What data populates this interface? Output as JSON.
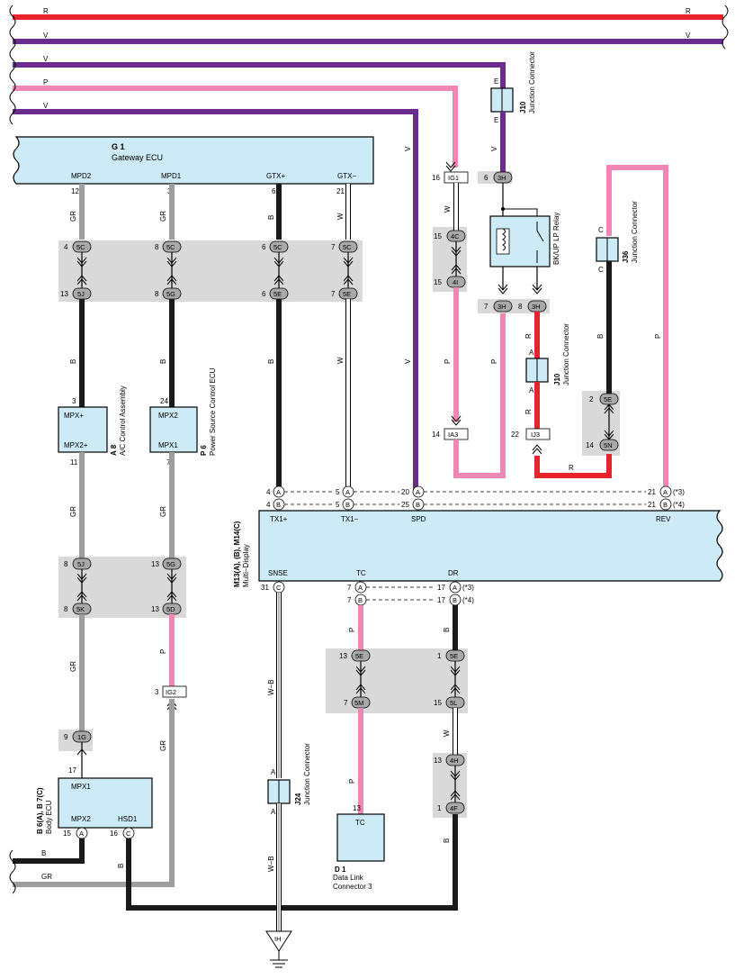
{
  "colors": {
    "R": "#e8232b",
    "V": "#6a2c8f",
    "P": "#ef86b5",
    "B": "#1a1a1a",
    "GR": "#9e9e9e",
    "W": "#ffffff",
    "component_fill": "#cdeaf7",
    "connector_zone": "#d9d9d9"
  },
  "buses": [
    {
      "color": "R",
      "label_left": "R",
      "label_right": "R"
    },
    {
      "color": "V",
      "label_left": "V",
      "label_right": "V"
    },
    {
      "color": "V",
      "label_left": "V"
    },
    {
      "color": "P",
      "label_left": "P"
    },
    {
      "color": "V",
      "label_left": "V"
    }
  ],
  "gateway": {
    "ref": "G 1",
    "name": "Gateway ECU",
    "pins": [
      {
        "label": "MPD2",
        "num": "12"
      },
      {
        "label": "MPD1",
        "num": "3"
      },
      {
        "label": "GTX+",
        "num": "6"
      },
      {
        "label": "GTX−",
        "num": "21"
      }
    ]
  },
  "j10_top": {
    "ref": "J10",
    "name": "Junction Connector",
    "pin_top": "E",
    "pin_bottom": "E"
  },
  "j10_mid": {
    "ref": "J10",
    "name": "Junction Connector",
    "pin_top": "A",
    "pin_bottom": "A"
  },
  "j36": {
    "ref": "J36",
    "name": "Junction Connector",
    "pin_top": "C",
    "pin_bottom": "C"
  },
  "j24": {
    "ref": "J24",
    "name": "Junction Connector",
    "pin_top": "A",
    "pin_bottom": "A"
  },
  "relay": {
    "name": "BK/UP LP Relay"
  },
  "ac": {
    "ref": "A 8",
    "name": "A/C Control Assembly",
    "top_pin": "MPX+",
    "bottom_pin": "MPX2+",
    "top_num": "3",
    "bottom_num": "11"
  },
  "psc": {
    "ref": "P 6",
    "name": "Power Source Control ECU",
    "top_pin": "MPX2",
    "bottom_pin": "MPX1",
    "top_num": "24",
    "bottom_num": "7"
  },
  "body": {
    "ref": "B 6(A), B 7(C)",
    "name": "Body ECU",
    "pins": [
      "MPX1",
      "MPX2",
      "HSD1"
    ],
    "nums": [
      "17",
      "15",
      "16"
    ],
    "conn": [
      "A",
      "C"
    ]
  },
  "mdisp": {
    "ref": "M13(A), (B), M14(C)",
    "name": "Multi−Display",
    "top_pins": [
      "TX1+",
      "TX1−",
      "SPD",
      "REV"
    ],
    "bottom_pins": [
      "SNSE",
      "TC",
      "DR"
    ],
    "note_a": "(*3)",
    "note_b": "(*4)"
  },
  "dlc": {
    "ref": "D 1",
    "name": "Data Link Connector 3",
    "pin": "TC",
    "num": "13"
  },
  "ground": {
    "label": "IH"
  },
  "connectors": {
    "c5C": "5C",
    "c5J": "5J",
    "c5G": "5G",
    "c5E": "5E",
    "c5K": "5K",
    "c5D": "5D",
    "c1G": "1G",
    "cIG2": "IG2",
    "cIG1": "IG1",
    "c4C": "4C",
    "c4I": "4I",
    "cIA3": "IA3",
    "c3H": "3H",
    "cIJ3": "IJ3",
    "c5N": "5N",
    "c5M": "5M",
    "c5L": "5L",
    "c4H": "4H",
    "c4F": "4F"
  },
  "nums": {
    "n4": "4",
    "n8": "8",
    "n6": "6",
    "n7": "7",
    "n13": "13",
    "n16": "16",
    "n15": "15",
    "n14": "14",
    "n22": "22",
    "n2": "2",
    "n9": "9",
    "n3": "3",
    "n31": "31",
    "n20": "20",
    "n25": "25",
    "n21": "21",
    "n17": "17",
    "n1": "1",
    "n5": "5"
  },
  "pins": {
    "A": "A",
    "B": "B",
    "C": "C"
  },
  "wire_labels": {
    "GR": "GR",
    "B": "B",
    "W": "W",
    "V": "V",
    "P": "P",
    "R": "R",
    "WB": "W−B"
  }
}
